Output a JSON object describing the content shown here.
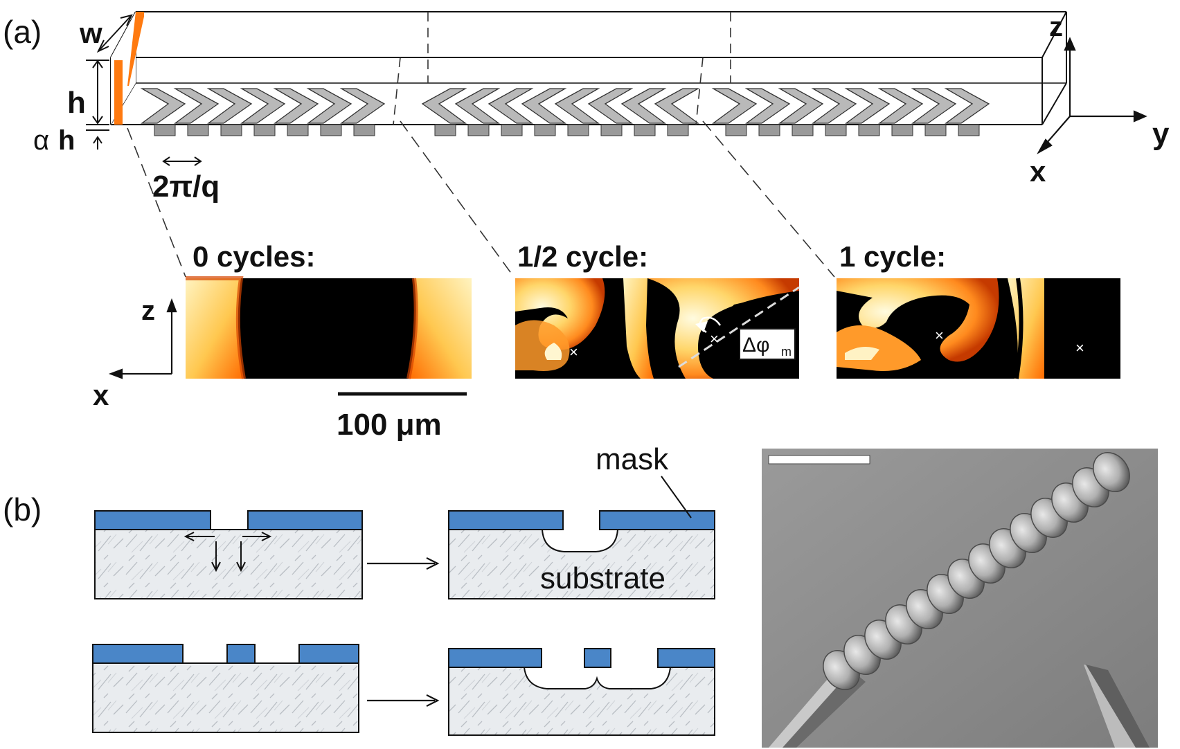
{
  "panel_a": {
    "label": "(a)",
    "dim_w": "w",
    "dim_h": "h",
    "dim_alpha": "α",
    "dim_alpha_h": "h",
    "dim_period": "2π/q",
    "axis_z": "z",
    "axis_y": "y",
    "axis_x": "x",
    "sections": [
      {
        "title": "0 cycles:"
      },
      {
        "title": "1/2 cycle:"
      },
      {
        "title": "1 cycle:"
      }
    ],
    "inset_axis_z": "z",
    "inset_axis_x": "x",
    "delta_phi_base": "Δφ",
    "delta_phi_sub": "m",
    "scale_bar": "100 μm"
  },
  "panel_b": {
    "label": "(b)",
    "mask_label": "mask",
    "substrate_label": "substrate"
  },
  "colors": {
    "mask": "#4a86c8",
    "accent_orange": "#ff7a10",
    "ridge": "#b9b9b9",
    "sem_bg": "#8c8c8c"
  }
}
